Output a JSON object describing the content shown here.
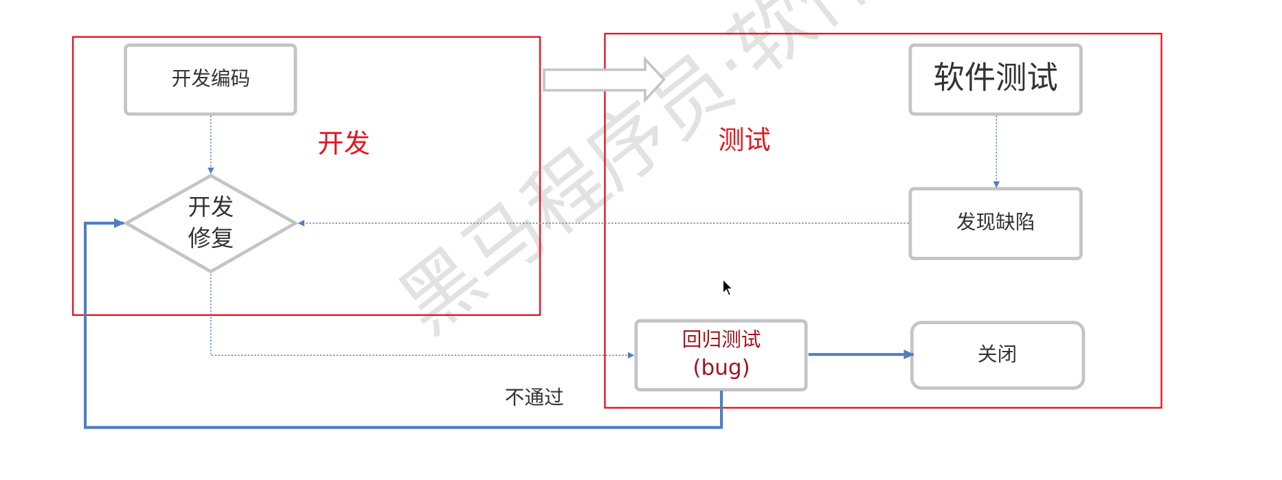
{
  "watermark": "黑马程序员·软件测",
  "regions": {
    "dev": "开发",
    "test": "测试"
  },
  "nodes": {
    "dev_coding": "开发编码",
    "dev_fix_line1": "开发",
    "dev_fix_line2": "修复",
    "software_test": "软件测试",
    "find_defect": "发现缺陷",
    "regression_line1": "回归测试",
    "regression_line2": "(bug)",
    "close": "关闭"
  },
  "edges": {
    "fail": "不通过"
  },
  "colors": {
    "region_border": "#e8141e",
    "arrow_blue": "#4f7fbf",
    "box_border": "#c4c4c4",
    "regression_text": "#a0141e"
  }
}
